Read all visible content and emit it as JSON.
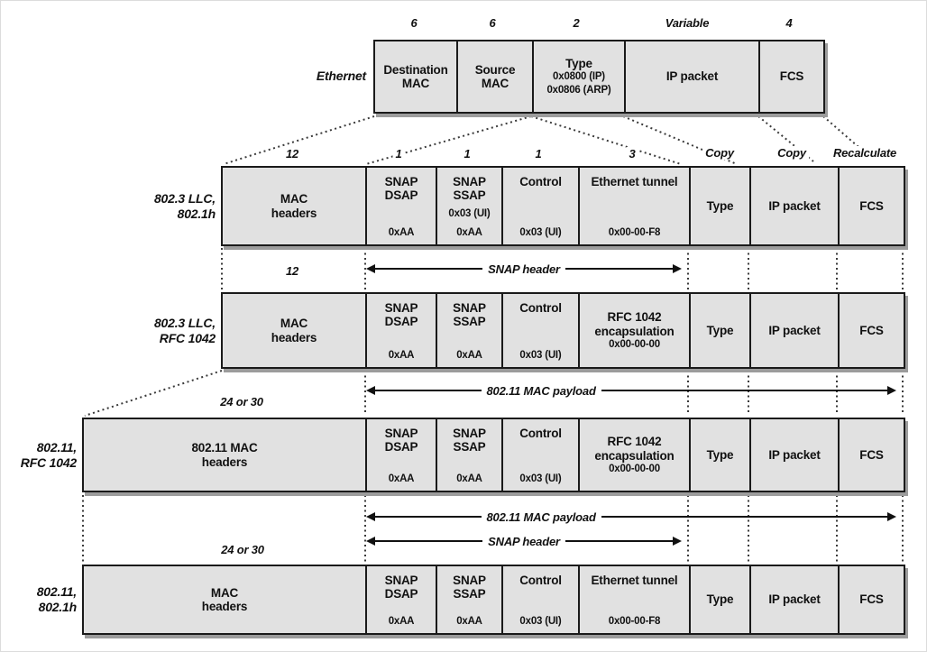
{
  "colors": {
    "box_fill": "#e1e1e1",
    "box_border": "#1a1a1a",
    "box_shadow": "#9c9c9c",
    "text": "#111111",
    "background": "#ffffff"
  },
  "eth": {
    "label": "Ethernet",
    "sizes": {
      "dest": "6",
      "src": "6",
      "type": "2",
      "ip": "Variable",
      "fcs": "4"
    },
    "dest": [
      "Destination",
      "MAC"
    ],
    "src": [
      "Source",
      "MAC"
    ],
    "type_title": "Type",
    "type_values": [
      "0x0800 (IP)",
      "0x0806 (ARP)"
    ],
    "ip": "IP packet",
    "fcs": "FCS"
  },
  "expand": {
    "size_mac": "12",
    "size_dsap": "1",
    "size_ssap": "1",
    "size_control": "1",
    "size_tunnel": "3",
    "copy_type": "Copy",
    "copy_ip": "Copy",
    "recalculate": "Recalculate"
  },
  "cells": {
    "mac_headers": [
      "MAC",
      "headers"
    ],
    "mac80211_headers": [
      "802.11 MAC",
      "headers"
    ],
    "dsap": {
      "l1": "SNAP",
      "l2": "DSAP",
      "v": "0xAA"
    },
    "ssap": {
      "l1": "SNAP",
      "l2": "SSAP",
      "v": "0xAA"
    },
    "control": {
      "l1": "Control",
      "v": "0x03 (UI)"
    },
    "eth_tunnel": {
      "l1": "Ethernet tunnel",
      "v": "0x00-00-F8"
    },
    "rfc1042": {
      "l1": "RFC 1042",
      "l2": "encapsulation",
      "v": "0x00-00-00"
    },
    "type": "Type",
    "ip": "IP packet",
    "fcs": "FCS"
  },
  "rows": [
    {
      "label1": "802.3 LLC,",
      "label2": "802.1h"
    },
    {
      "label1": "802.3 LLC,",
      "label2": "RFC 1042"
    },
    {
      "label1": "802.11,",
      "label2": "RFC 1042"
    },
    {
      "label1": "802.11,",
      "label2": "802.1h"
    }
  ],
  "gaps": {
    "g23": {
      "size": "12",
      "arrow": "SNAP header"
    },
    "g34": {
      "size": "24 or 30",
      "arrow": "802.11 MAC payload"
    },
    "g45": {
      "size": "24 or 30",
      "arrow_payload": "802.11 MAC payload",
      "arrow_snap": "SNAP header"
    }
  }
}
